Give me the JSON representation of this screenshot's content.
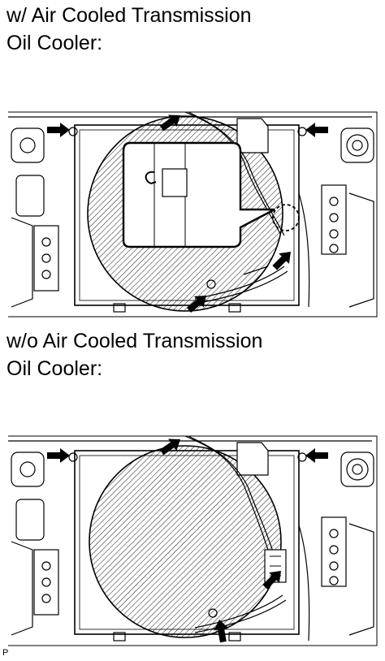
{
  "headings": {
    "with_cooler": [
      "w/ Air Cooled Transmission",
      "Oil Cooler:"
    ],
    "without_cooler": [
      "w/o Air Cooled Transmission",
      "Oil Cooler:"
    ]
  },
  "figure_code": "P",
  "colors": {
    "line": "#000000",
    "background": "#ffffff",
    "hatch": "#000000"
  },
  "icons": [
    "arrow-pointer",
    "magnifier-callout",
    "hose-clamp"
  ]
}
